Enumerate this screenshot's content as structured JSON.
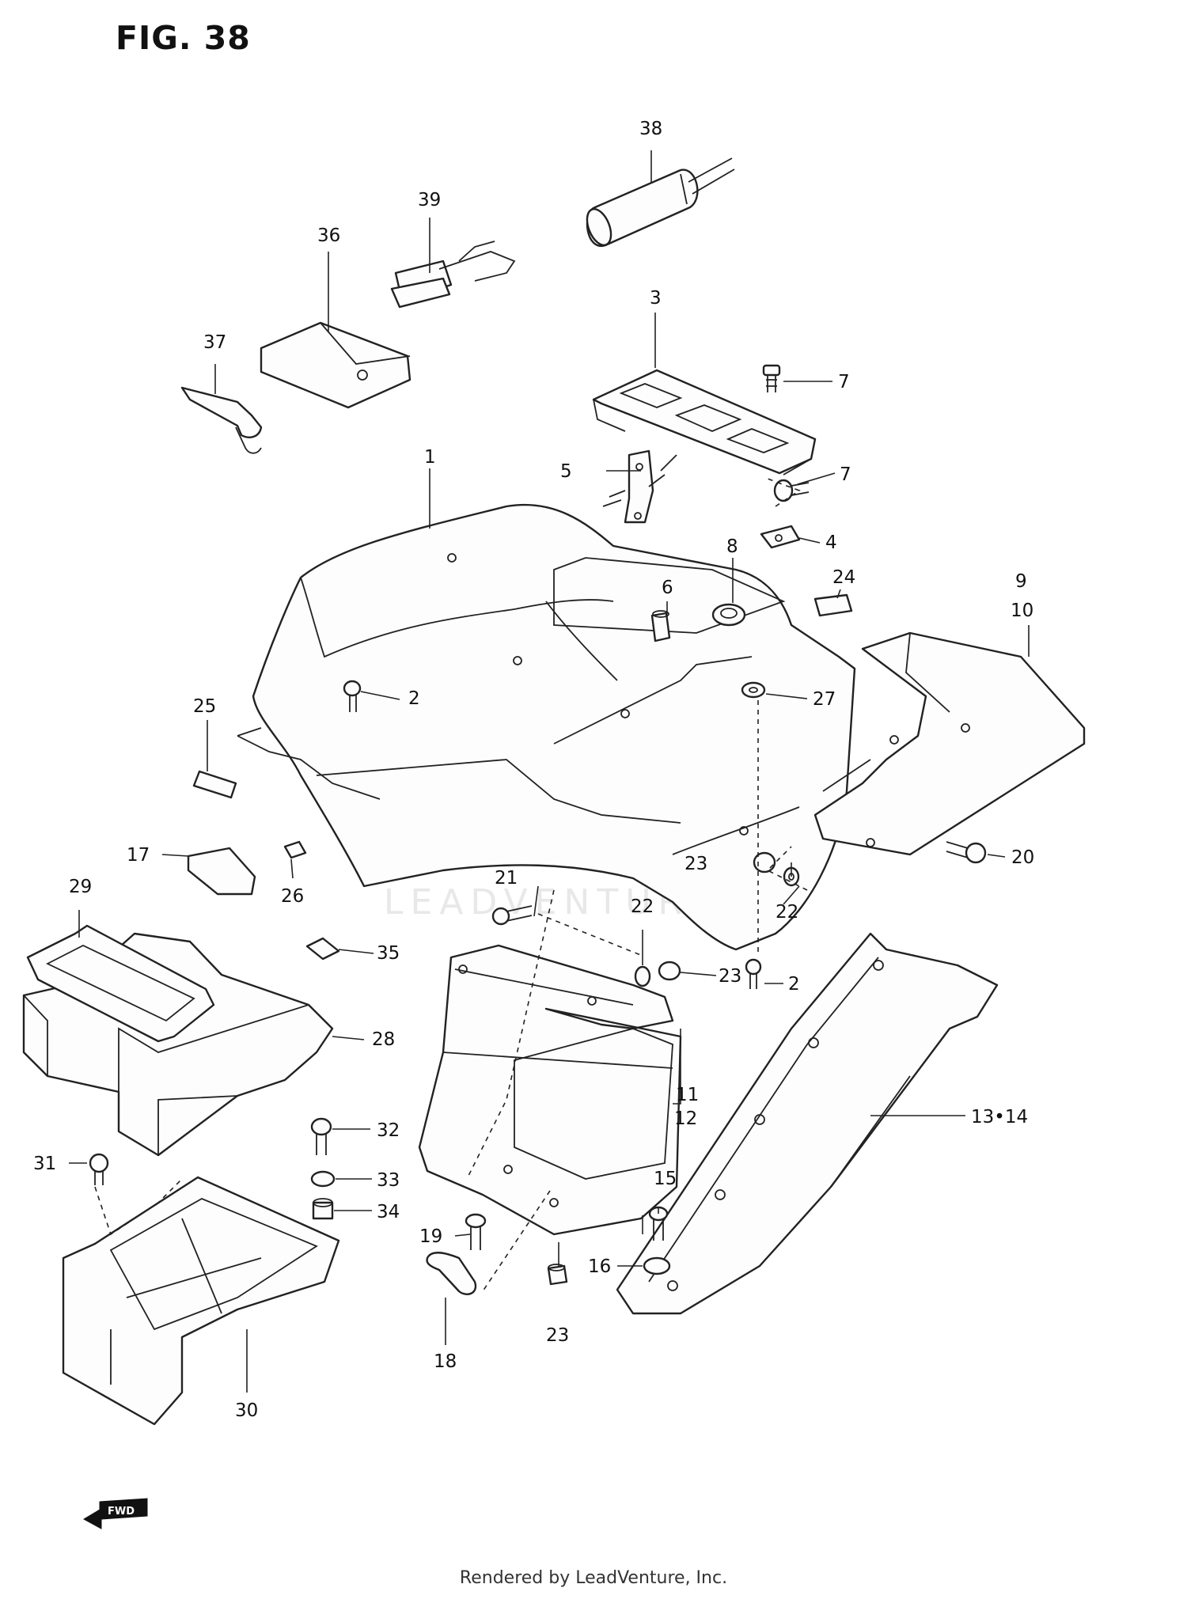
{
  "figure": {
    "title": "FIG. 38"
  },
  "watermark": {
    "text": "LEADVENTURE"
  },
  "direction_badge": {
    "text": "FWD"
  },
  "footer": {
    "text": "Rendered by LeadVenture, Inc."
  },
  "callouts": {
    "c1": "1",
    "c2a": "2",
    "c2b": "2",
    "c3": "3",
    "c4": "4",
    "c5": "5",
    "c6": "6",
    "c7a": "7",
    "c7b": "7",
    "c8": "8",
    "c9": "9",
    "c10": "10",
    "c11": "11",
    "c12": "12",
    "c13_14": "13•14",
    "c15": "15",
    "c16": "16",
    "c17": "17",
    "c18": "18",
    "c19": "19",
    "c20": "20",
    "c21": "21",
    "c22a": "22",
    "c22b": "22",
    "c23a": "23",
    "c23b": "23",
    "c23c": "23",
    "c24": "24",
    "c25": "25",
    "c26": "26",
    "c27": "27",
    "c28": "28",
    "c29": "29",
    "c30": "30",
    "c31": "31",
    "c32": "32",
    "c33": "33",
    "c34": "34",
    "c35": "35",
    "c36": "36",
    "c37": "37",
    "c38": "38",
    "c39": "39"
  }
}
